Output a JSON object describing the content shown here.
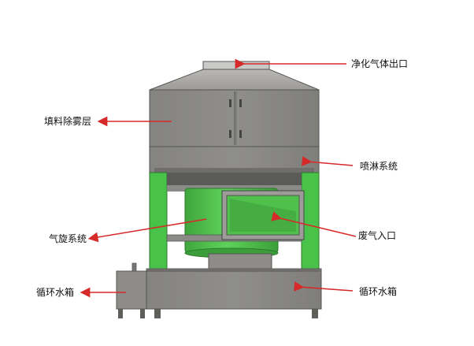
{
  "labels": {
    "clean_gas_outlet": "净化气体出口",
    "packing_demister": "填料除雾层",
    "spray_system": "喷淋系统",
    "cyclone_system": "气旋系统",
    "waste_gas_inlet": "废气入口",
    "circ_tank_left": "循环水箱",
    "circ_tank_right": "循环水箱"
  },
  "colors": {
    "body_grey": "#8c8b89",
    "green": "#49c249",
    "arrow_red": "#d62a2a"
  }
}
